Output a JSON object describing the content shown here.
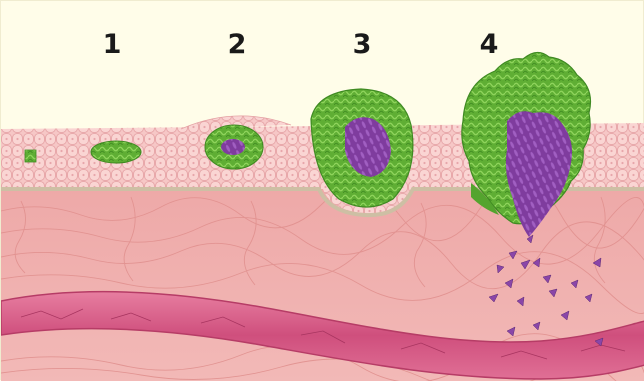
{
  "stage_labels": [
    "1",
    "2",
    "3",
    "4"
  ],
  "colors": {
    "background": "#fffde9",
    "epithelium_cell": "#f6c7c6",
    "cell_outline": "#e8a3a5",
    "basement_membrane": "#cfc2a6",
    "connective_tissue": "#efb0ae",
    "blood_vessel": "#d95c86",
    "tumor_green": "#6fbf3f",
    "tumor_purple": "#8a46a8"
  }
}
